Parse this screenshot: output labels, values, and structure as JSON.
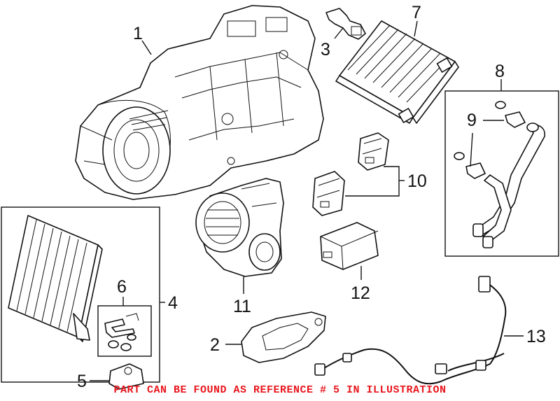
{
  "callouts": {
    "c1": "1",
    "c2": "2",
    "c3": "3",
    "c4": "4",
    "c5": "5",
    "c6": "6",
    "c7": "7",
    "c8": "8",
    "c9": "9",
    "c10": "10",
    "c11": "11",
    "c12": "12",
    "c13": "13"
  },
  "footer_note": "PART CAN BE FOUND AS REFERENCE # 5 IN ILLUSTRATION",
  "colors": {
    "line": "#111111",
    "note": "#e8161d",
    "background": "#ffffff"
  }
}
